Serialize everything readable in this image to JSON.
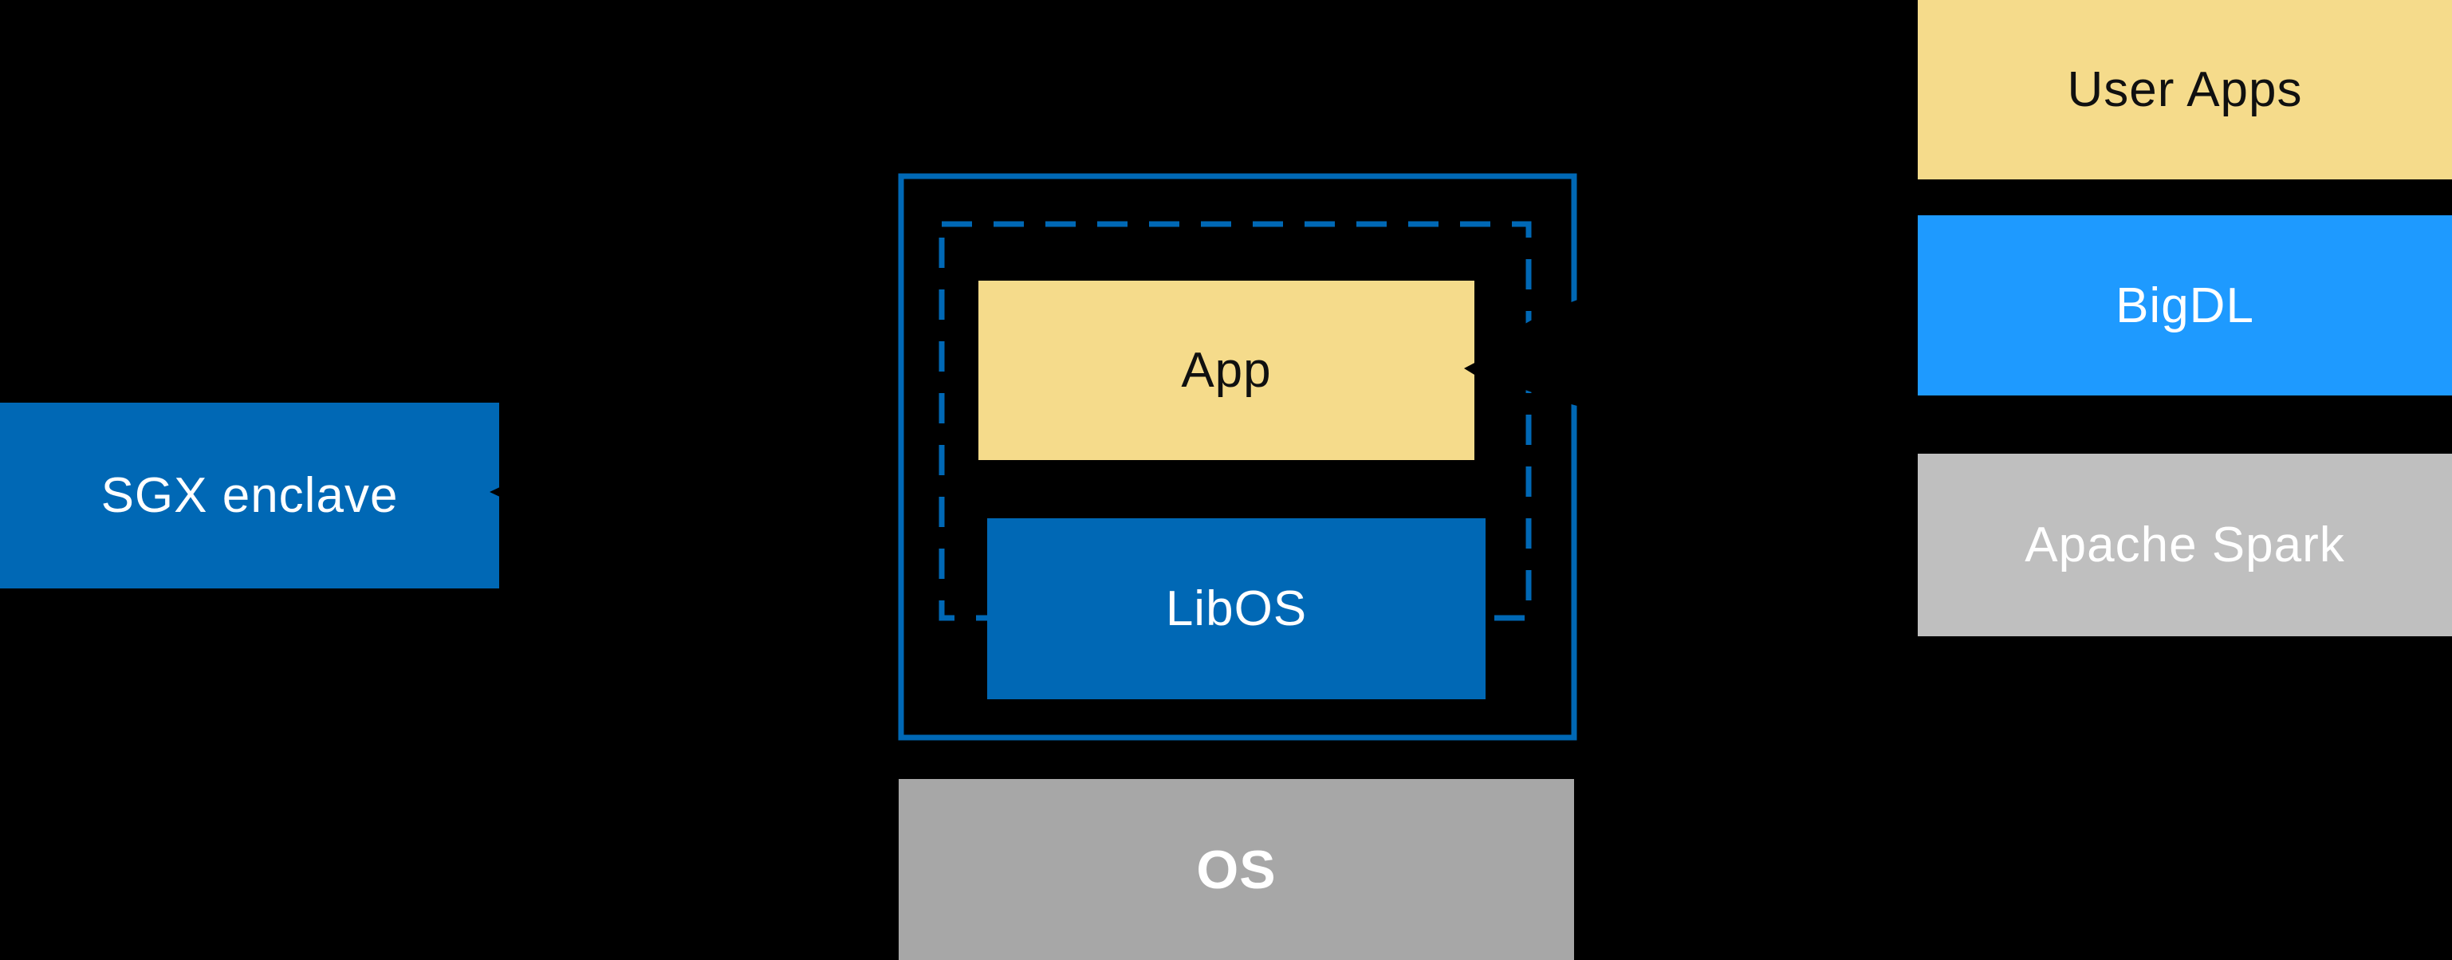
{
  "diagram": {
    "description": "SGX enclave architecture diagram: an enclave (solid blue border) containing a dashed enclave boundary with App and LibOS layers sitting on the OS; a right-hand software stack of User Apps, BigDL and Apache Spark pointing into the enclave App",
    "background_color": "#000000",
    "colors": {
      "intel_blue": "#0068B5",
      "bright_blue": "#1E9AFF",
      "soft_yellow": "#F5DB8B",
      "light_gray": "#BFBFBF",
      "medium_gray": "#A7A7A7",
      "arrow_black": "#000000",
      "text_dark": "#101010",
      "text_light": "#FFFFFF"
    },
    "sgx_enclave": {
      "label": "SGX enclave"
    },
    "enclave_group": {
      "app": {
        "label": "App"
      },
      "libos": {
        "label": "LibOS"
      },
      "os": {
        "label": "OS"
      }
    },
    "right_stack": {
      "user_apps": {
        "label": "User Apps"
      },
      "bigdl": {
        "label": "BigDL"
      },
      "apache_spark": {
        "label": "Apache Spark"
      }
    },
    "connectors": {
      "enclave_to_sgx_label": "black arrow pointing left into SGX enclave box",
      "stack_to_app": "black tapered curved arrow pointing left into App box"
    }
  }
}
